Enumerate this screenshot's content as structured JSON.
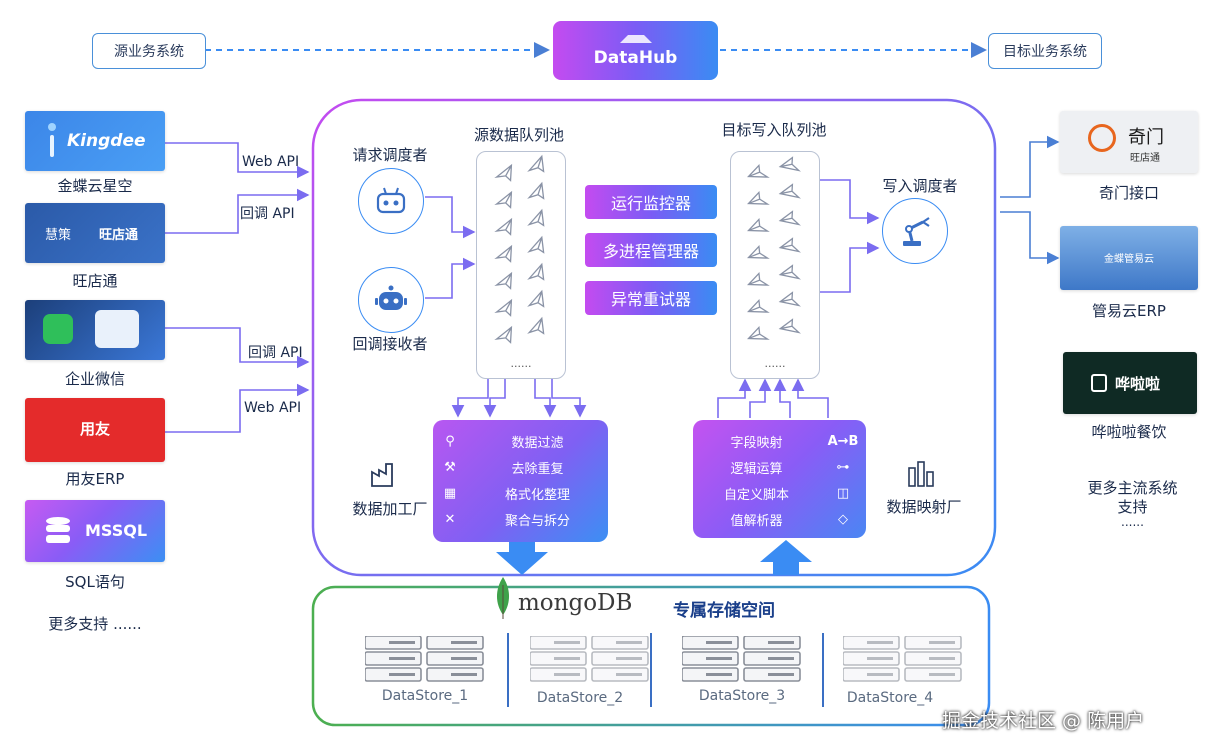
{
  "top": {
    "source_system": "源业务系统",
    "hub": "DataHub",
    "target_system": "目标业务系统"
  },
  "left_sources": [
    {
      "logo": "Kingdee",
      "label": "金蝶云星空"
    },
    {
      "logo_a": "慧策",
      "logo_b": "旺店通",
      "label": "旺店通"
    },
    {
      "label": "企业微信"
    },
    {
      "logo": "用友",
      "label": "用友ERP"
    },
    {
      "logo": "MSSQL",
      "label": "SQL语句"
    }
  ],
  "left_more": "更多支持 ......",
  "api_labels": {
    "a1": "Web API",
    "a2": "回调 API",
    "a3": "回调 API",
    "a4": "Web API"
  },
  "core": {
    "request_scheduler": "请求调度者",
    "callback_receiver": "回调接收者",
    "source_queue": "源数据队列池",
    "target_queue": "目标写入队列池",
    "write_scheduler": "写入调度者",
    "monitor": "运行监控器",
    "process_manager": "多进程管理器",
    "retry": "异常重试器",
    "queue_dots": "......",
    "processing_factory": "数据加工厂",
    "mapping_factory": "数据映射厂",
    "processing_items": [
      "数据过滤",
      "去除重复",
      "格式化整理",
      "聚合与拆分"
    ],
    "mapping_items": [
      "字段映射",
      "逻辑运算",
      "自定义脚本",
      "值解析器"
    ],
    "mapping_icon_first": "A→B"
  },
  "storage": {
    "db": "mongoDB",
    "title": "专属存储空间",
    "stores": [
      "DataStore_1",
      "DataStore_2",
      "DataStore_3",
      "DataStore_4"
    ]
  },
  "right_targets": [
    {
      "logo": "奇门",
      "logo_sub": "旺店通",
      "label": "奇门接口"
    },
    {
      "logo": "金蝶管易云",
      "label": "管易云ERP"
    },
    {
      "logo": "哗啦啦",
      "label": "哗啦啦餐饮"
    }
  ],
  "right_more": "更多主流系统\n支持",
  "right_more_dots": "......",
  "watermark": "掘金技术社区 @ 陈用户",
  "colors": {
    "blue": "#3a8cf3",
    "purple": "#c44bf0",
    "green": "#4caf50",
    "arrow": "#4a7fd4"
  }
}
